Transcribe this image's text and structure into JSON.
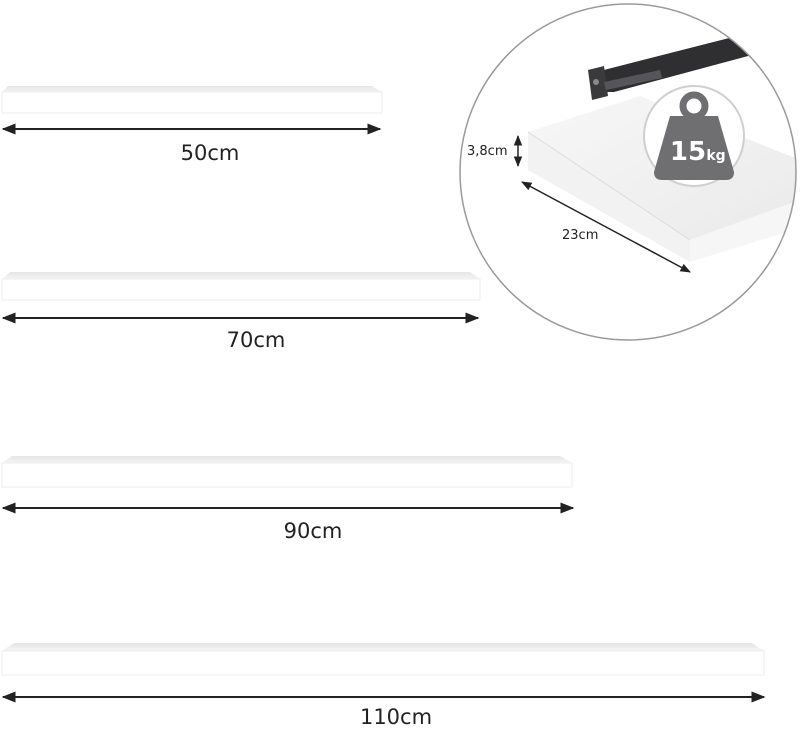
{
  "shelves": [
    {
      "length_label": "50cm"
    },
    {
      "length_label": "70cm"
    },
    {
      "length_label": "90cm"
    },
    {
      "length_label": "110cm"
    }
  ],
  "detail": {
    "thickness_label": "3,8cm",
    "depth_label": "23cm",
    "max_load": {
      "value": "15",
      "unit": "kg"
    }
  },
  "colors": {
    "shelf": "#ffffff",
    "shelf_edge": "#e4e4e4",
    "arrow": "#222222",
    "bracket": "#2f2f31",
    "weight_icon": "#6f6f72",
    "circle_border": "#9a9a9a"
  }
}
